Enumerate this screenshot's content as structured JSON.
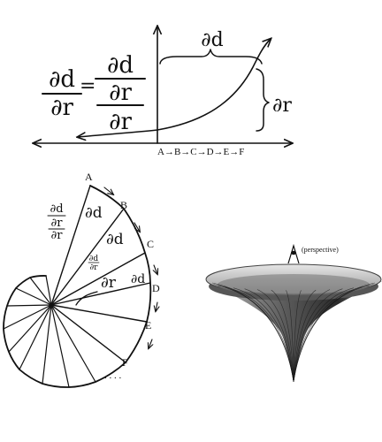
{
  "equation": {
    "lhs_numerator": "∂d",
    "lhs_denominator": "∂r",
    "equals": "=",
    "rhs_numerator": "∂d",
    "rhs_mid": "∂r",
    "rhs_denominator": "∂r"
  },
  "graph": {
    "brace_label": "∂d",
    "side_label": "∂r",
    "axis_sequence": "A→B→C→D→E→F"
  },
  "spiral": {
    "points": [
      "A",
      "B",
      "C",
      "D",
      "E",
      "F"
    ],
    "ellipsis": ". . . .",
    "outer_fraction": {
      "numerator": "∂d",
      "mid": "∂r",
      "denominator": "∂r"
    },
    "wedge_labels": [
      "∂d",
      "∂d",
      "∂r",
      "∂d"
    ],
    "small_fraction": {
      "numerator": "∂d",
      "denominator": "∂r"
    }
  },
  "funnel": {
    "eye_label": "(perspective)",
    "colors": {
      "rim": "#c9c9c9",
      "inner": "#6d6d6d",
      "shade": "#2b2b2b"
    }
  }
}
